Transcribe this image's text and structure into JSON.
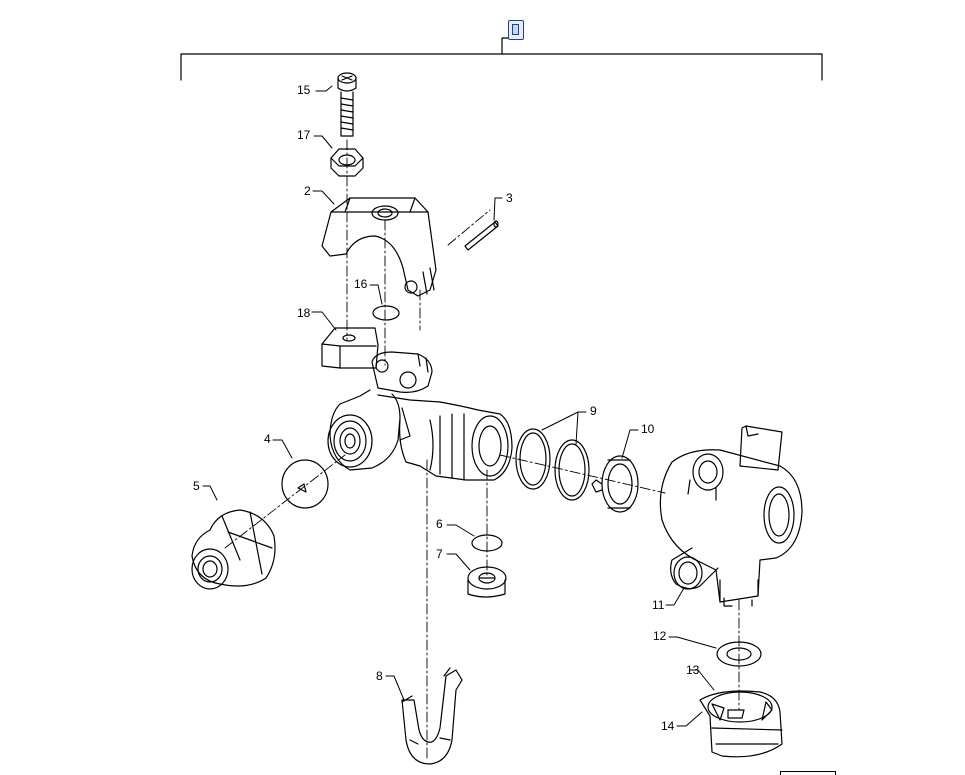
{
  "diagram": {
    "callouts": [
      {
        "id": "15",
        "label": "15"
      },
      {
        "id": "17",
        "label": "17"
      },
      {
        "id": "2",
        "label": "2"
      },
      {
        "id": "3",
        "label": "3"
      },
      {
        "id": "16",
        "label": "16"
      },
      {
        "id": "18",
        "label": "18"
      },
      {
        "id": "4",
        "label": "4"
      },
      {
        "id": "5",
        "label": "5"
      },
      {
        "id": "9",
        "label": "9"
      },
      {
        "id": "10",
        "label": "10"
      },
      {
        "id": "6",
        "label": "6"
      },
      {
        "id": "7",
        "label": "7"
      },
      {
        "id": "11",
        "label": "11"
      },
      {
        "id": "12",
        "label": "12"
      },
      {
        "id": "13",
        "label": "13"
      },
      {
        "id": "14",
        "label": "14"
      },
      {
        "id": "8",
        "label": "8"
      }
    ],
    "assembly_marker_icon": "assembly-reference-icon",
    "line_color": "#000000",
    "marker_color": "#1a3f9c"
  }
}
